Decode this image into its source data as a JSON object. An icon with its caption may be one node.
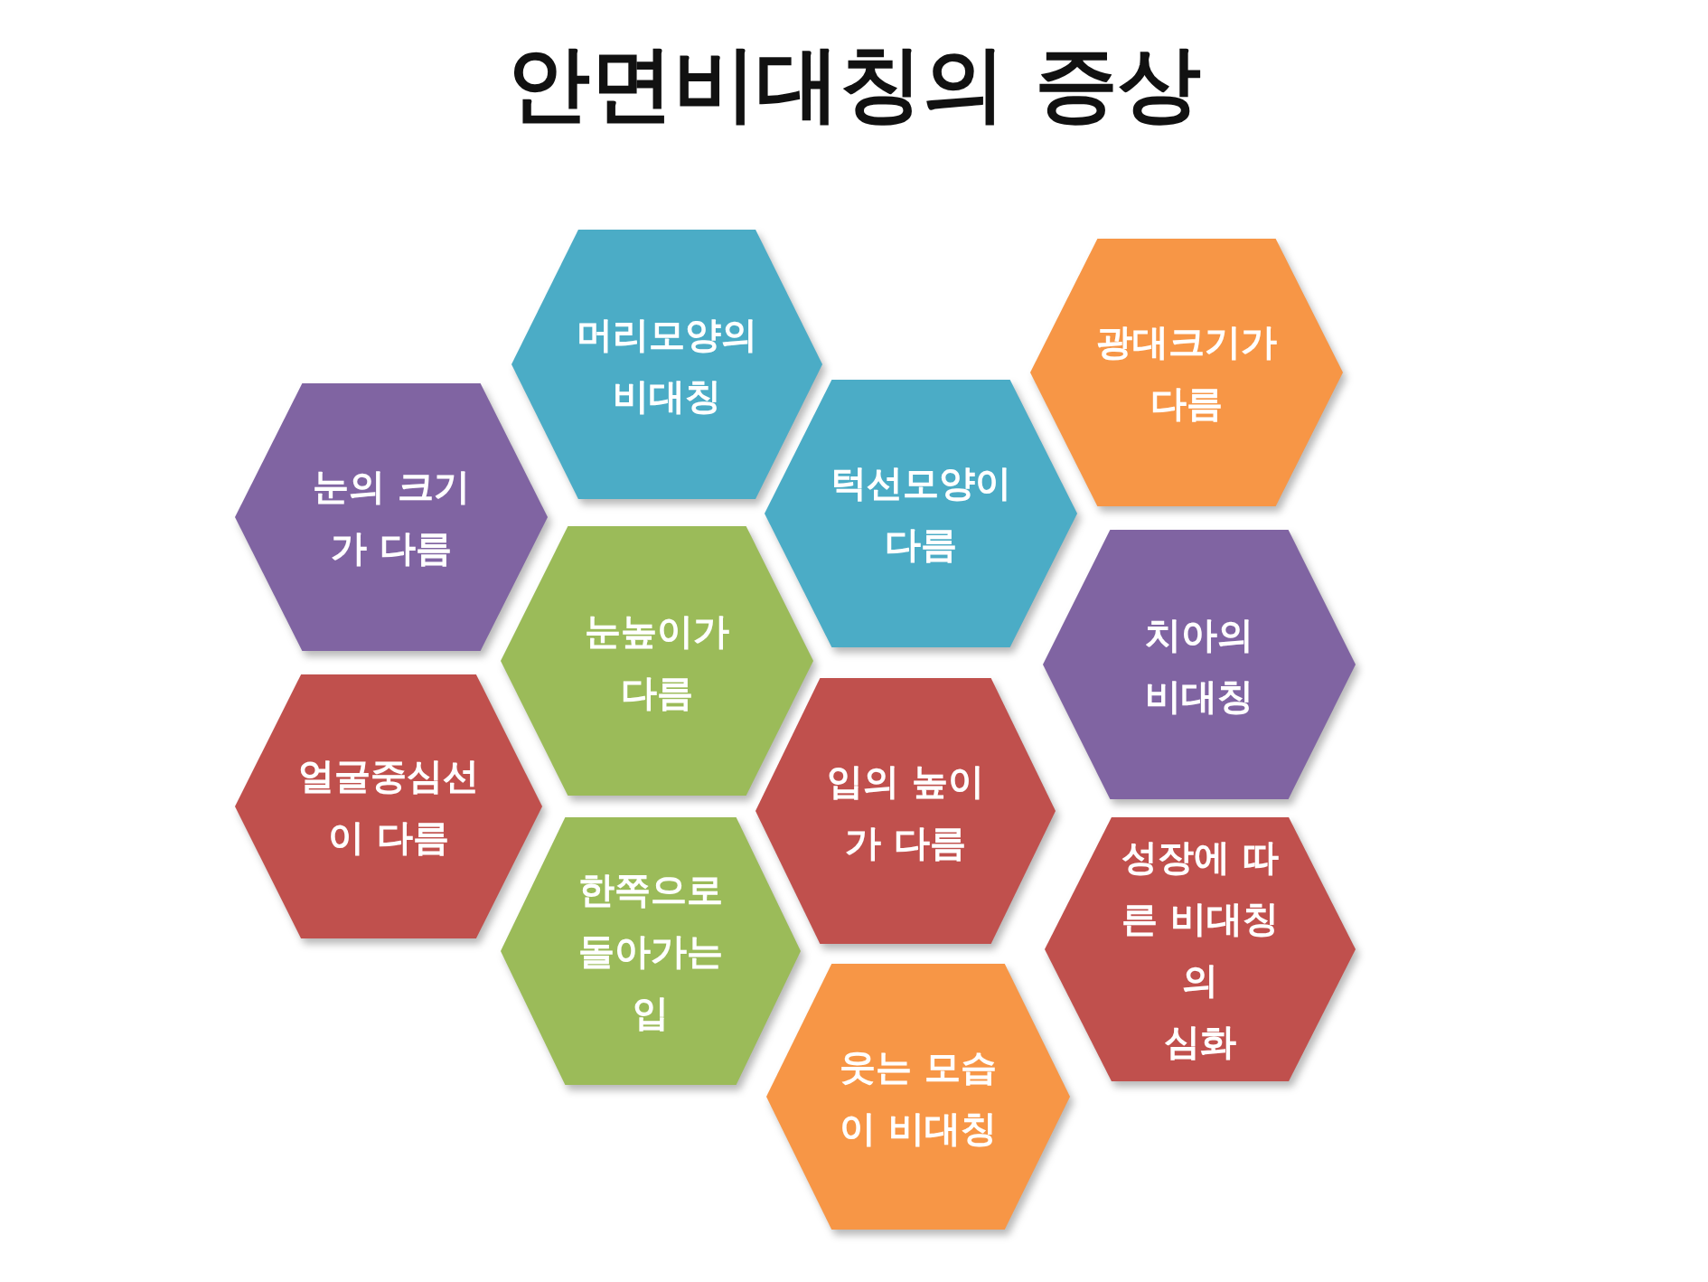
{
  "diagram": {
    "title": "안면비대칭의 증상",
    "nodes": [
      {
        "text": [
          "머리모양의 비대칭"
        ]
      },
      {
        "text": [
          "광대크기가 다름"
        ]
      },
      {
        "text": [
          "눈의 크기 가 다름"
        ]
      },
      {
        "text": [
          "턱선모양이 다름"
        ]
      },
      {
        "text": [
          "눈높이가 다름"
        ]
      },
      {
        "text": [
          "치아의 비대칭"
        ]
      },
      {
        "text": [
          "얼굴중심선 이 다름"
        ]
      },
      {
        "text": [
          "입의 높이 가 다름"
        ]
      },
      {
        "text": [
          "한쪽으로 돌아가는 입"
        ]
      },
      {
        "text": [
          "성장에 따 른 비대칭 의 심화"
        ]
      },
      {
        "text": [
          "웃는 모습 이 비대칭"
        ]
      }
    ]
  }
}
